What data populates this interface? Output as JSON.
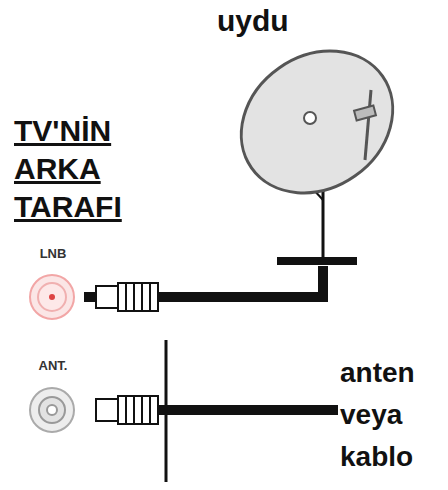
{
  "diagram": {
    "nodes": [
      {
        "text": [
          "uydu"
        ]
      },
      {
        "text": [
          "LNB"
        ]
      },
      {
        "text": [
          "ANT."
        ]
      }
    ],
    "edges": [
      {
        "from": 1,
        "to": 0,
        "arrow": "none"
      }
    ],
    "labels": [
      "TV'NİN ARKA TARAFI",
      "anten veya kablo"
    ]
  }
}
